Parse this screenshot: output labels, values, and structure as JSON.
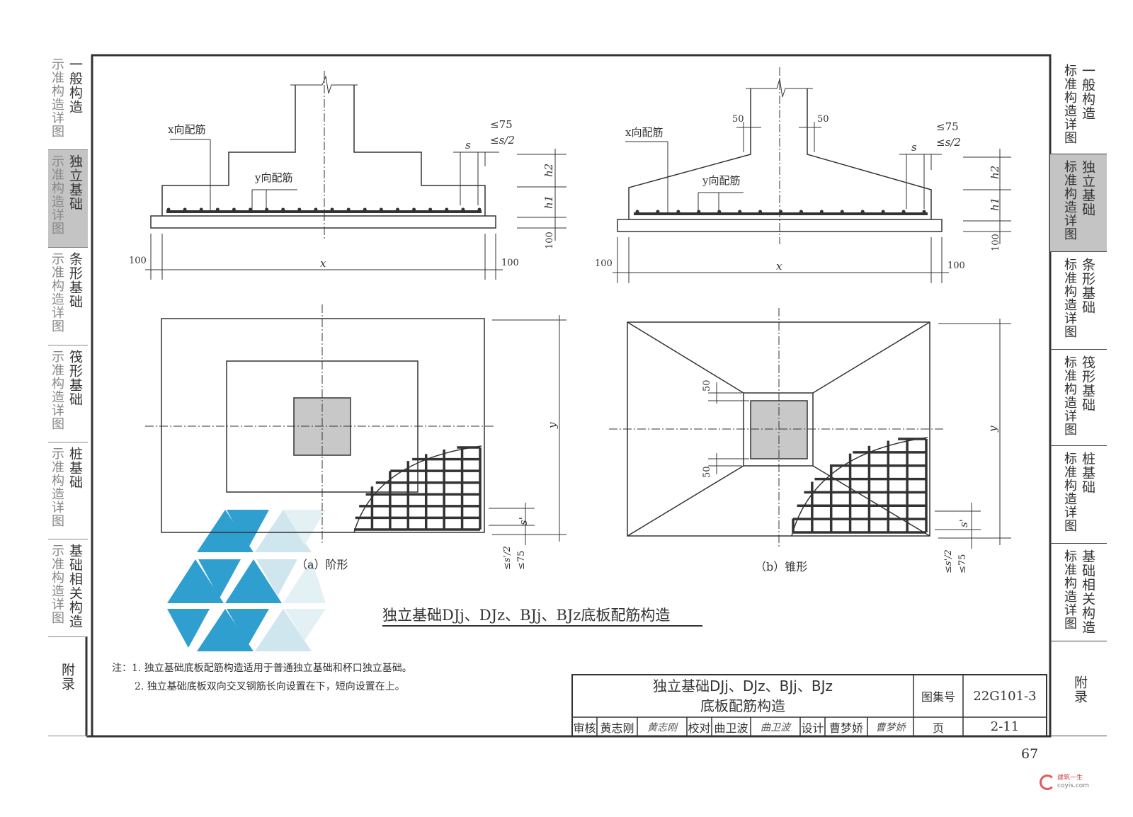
{
  "sidebar_right": [
    {
      "sub": "标准构造详图",
      "label": "一般构造",
      "active": false
    },
    {
      "sub": "标准构造详图",
      "label": "独立基础",
      "active": true
    },
    {
      "sub": "标准构造详图",
      "label": "条形基础",
      "active": false
    },
    {
      "sub": "标准构造详图",
      "label": "筏形基础",
      "active": false
    },
    {
      "sub": "标准构造详图",
      "label": "桩基础",
      "active": false
    },
    {
      "sub": "标准构造详图",
      "label": "基础相关构造",
      "active": false
    },
    {
      "sub": "",
      "label": "附录",
      "active": false
    }
  ],
  "sidebar_left": [
    {
      "sub": "示准构造详图",
      "label": "一般构造"
    },
    {
      "sub": "示准构造详图",
      "label": "独立基础"
    },
    {
      "sub": "示准构造详图",
      "label": "条形基础"
    },
    {
      "sub": "示准构造详图",
      "label": "筏形基础"
    },
    {
      "sub": "示准构造详图",
      "label": "桩基础"
    },
    {
      "sub": "示准构造详图",
      "label": "基础相关构造"
    },
    {
      "sub": "",
      "label": "附录"
    }
  ],
  "drawing_a": {
    "x_rebar": "x向配筋",
    "y_rebar": "y向配筋",
    "s": "s",
    "le75": "≤75",
    "les2": "≤s/2",
    "h2": "h2",
    "h1": "h1",
    "d100": "100",
    "x": "x",
    "y": "y",
    "sp": "s'",
    "les2p": "≤s'/2",
    "le75b": "≤75",
    "caption": "（a）阶形"
  },
  "drawing_b": {
    "x_rebar": "x向配筋",
    "y_rebar": "y向配筋",
    "s": "s",
    "le75": "≤75",
    "les2": "≤s/2",
    "h2": "h2",
    "h1": "h1",
    "d100": "100",
    "d50": "50",
    "x": "x",
    "y": "y",
    "sp": "s'",
    "les2p": "≤s'/2",
    "le75b": "≤75",
    "caption": "（b）锥形"
  },
  "figure_title": "独立基础DJj、DJz、BJj、BJz底板配筋构造",
  "notes": [
    "注：1. 独立基础底板配筋构造适用于普通独立基础和杯口独立基础。",
    "2. 独立基础底板双向交叉钢筋长向设置在下，短向设置在上。"
  ],
  "title_block": {
    "title_line1": "独立基础DJj、DJz、BJj、BJz",
    "title_line2": "底板配筋构造",
    "atlas_label": "图集号",
    "atlas_no": "22G101-3",
    "review_label": "审核",
    "reviewer": "黄志刚",
    "reviewer_sig": "黄志刚",
    "check_label": "校对",
    "checker": "曲卫波",
    "checker_sig": "曲卫波",
    "design_label": "设计",
    "designer": "曹梦娇",
    "designer_sig": "曹梦娇",
    "page_label": "页",
    "page_no": "2-11"
  },
  "page_number": "67",
  "watermark": {
    "line1": "建筑一生",
    "line2": "coyis.com"
  },
  "colors": {
    "logo_blue": "#2f9fd0",
    "logo_light": "#cfe6ee",
    "tab_active": "#c4c4c4"
  }
}
